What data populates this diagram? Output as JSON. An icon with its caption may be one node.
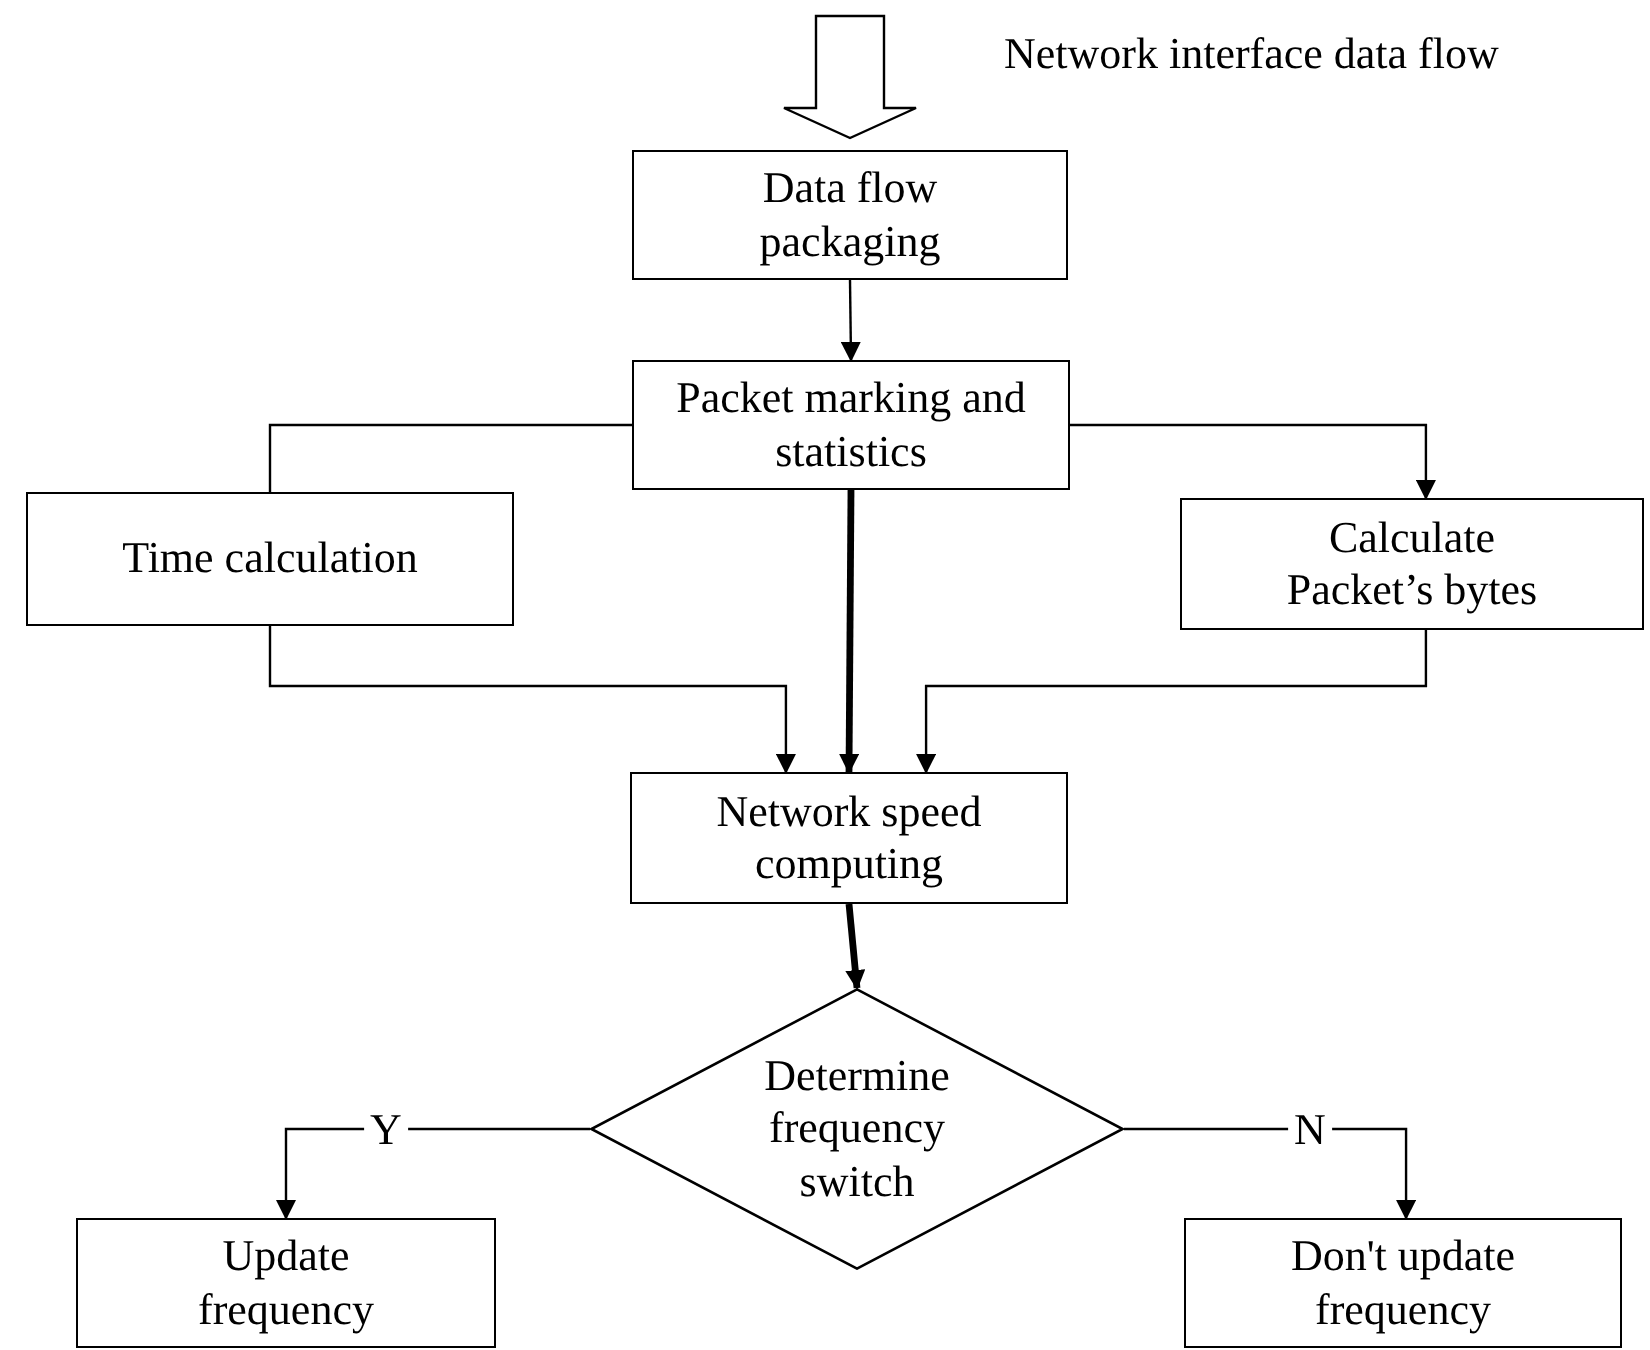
{
  "diagram": {
    "nodes": [
      {
        "text": [
          "Data flow packaging"
        ]
      },
      {
        "text": [
          "Packet marking and statistics"
        ]
      },
      {
        "text": [
          "Time calculation"
        ]
      },
      {
        "text": [
          "Calculate Packet’s bytes"
        ]
      },
      {
        "text": [
          "Network speed computing"
        ]
      },
      {
        "text": [
          "Determine frequency switch"
        ]
      },
      {
        "text": [
          "Update frequency"
        ]
      },
      {
        "text": [
          "Don't update frequency"
        ]
      }
    ],
    "edges": [
      {
        "from": null,
        "to": 0,
        "arrow": "to",
        "style": "thick"
      },
      {
        "from": 0,
        "to": 1,
        "arrow": "to"
      },
      {
        "from": 1,
        "to": 2,
        "arrow": "none"
      },
      {
        "from": 1,
        "to": 3,
        "arrow": "to"
      },
      {
        "from": 2,
        "to": 4,
        "arrow": "to"
      },
      {
        "from": 1,
        "to": 4,
        "arrow": "to",
        "style": "thick"
      },
      {
        "from": 3,
        "to": 4,
        "arrow": "to"
      },
      {
        "from": 4,
        "to": 5,
        "arrow": "to",
        "style": "thick"
      },
      {
        "from": 5,
        "to": 6,
        "arrow": "to",
        "label": "Y"
      },
      {
        "from": 5,
        "to": 7,
        "arrow": "to",
        "label": "N"
      }
    ],
    "labels": [
      "Network interface data flow"
    ]
  }
}
